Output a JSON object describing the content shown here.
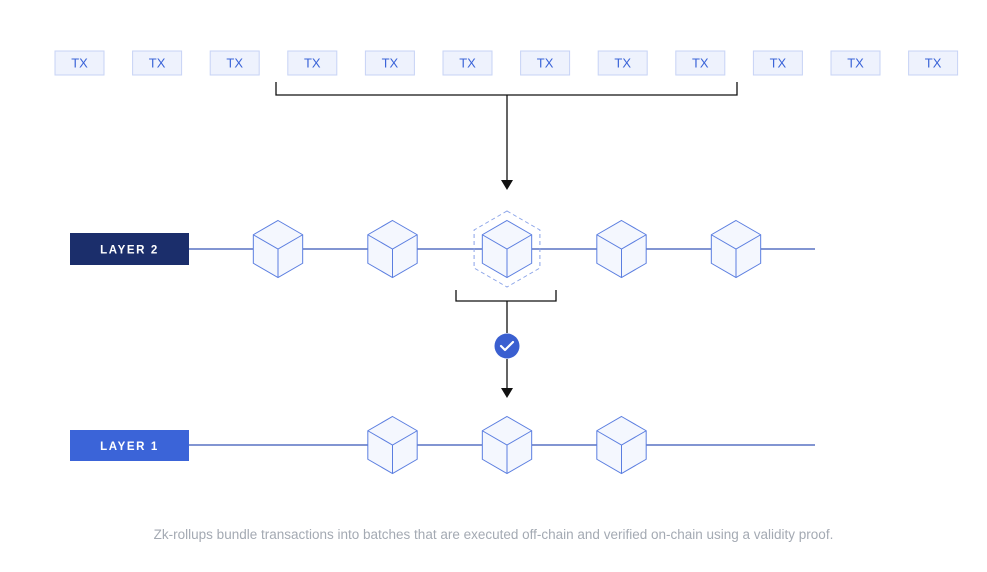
{
  "transactions": [
    "TX",
    "TX",
    "TX",
    "TX",
    "TX",
    "TX",
    "TX",
    "TX",
    "TX",
    "TX",
    "TX",
    "TX"
  ],
  "layers": {
    "layer2": {
      "label": "LAYER 2",
      "block_count": 5,
      "highlighted_block": 3
    },
    "layer1": {
      "label": "LAYER 1",
      "block_count": 3
    }
  },
  "verification": {
    "icon": "check-circle-icon"
  },
  "caption": "Zk-rollups bundle transactions into batches that are executed off-chain and verified on-chain using a validity proof.",
  "colors": {
    "tx_fill": "#eef2fd",
    "tx_border": "#c7d3f5",
    "tx_text": "#3b64d8",
    "layer2_label_bg": "#1b2e6b",
    "layer1_label_bg": "#3b64d8",
    "chain_line": "#3756b8",
    "block_stroke": "#5b7ee0",
    "block_fill": "#f4f7fe",
    "check_fill": "#3a5fd0",
    "caption_text": "#a4aab3"
  }
}
